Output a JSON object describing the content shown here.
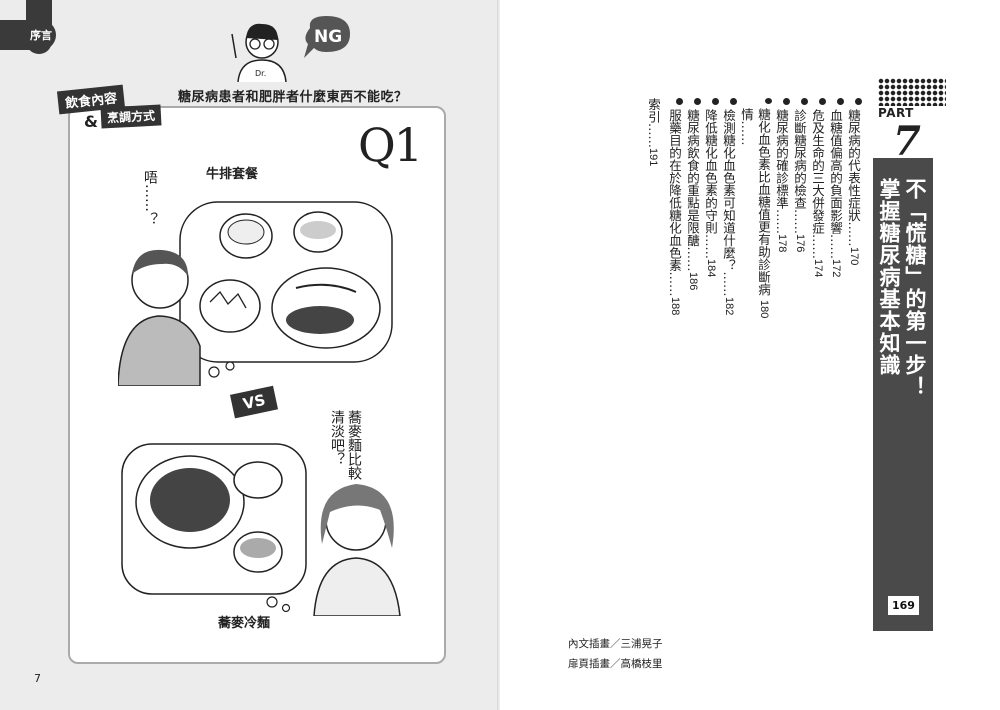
{
  "left_page": {
    "section_tab": "序言",
    "category_1": "飲食內容",
    "category_amp": "&",
    "category_2": "烹調方式",
    "ng_badge": "NG",
    "doctor_label": "Dr.",
    "question": "糖尿病患者和肥胖者什麼東西不能吃？",
    "panel_number": "Q1",
    "option_1_label": "牛排套餐",
    "option_1_thought": "唔……？",
    "vs": "VS",
    "option_2_thought": "蕎麥麵比較清淡吧？",
    "option_2_label": "蕎麥冷麵",
    "page_number": "7"
  },
  "right_page": {
    "part_label": "PART",
    "part_number": "7",
    "part_title_line1": "不「慌糖」的第一步！",
    "part_title_line2": "掌握糖尿病基本知識",
    "part_page": "169",
    "toc": [
      {
        "title": "糖尿病的代表性症狀……",
        "page": "170"
      },
      {
        "title": "血糖值偏高的負面影響……",
        "page": "172"
      },
      {
        "title": "危及生命的三大併發症……",
        "page": "174"
      },
      {
        "title": "診斷糖尿病的檢查……",
        "page": "176"
      },
      {
        "title": "糖尿病的確診標準……",
        "page": "178"
      },
      {
        "title": "糖化血色素比血糖值更有助診斷病情……",
        "page": "180"
      },
      {
        "title": "檢測糖化血色素可知道什麼？……",
        "page": "182"
      },
      {
        "title": "降低糖化血色素的守則……",
        "page": "184"
      },
      {
        "title": "糖尿病飲食的重點是限醣……",
        "page": "186"
      },
      {
        "title": "服藥目的在於降低糖化血色素……",
        "page": "188"
      }
    ],
    "index_title": "索引……",
    "index_page": "191",
    "credit_1": "內文插畫／三浦晃子",
    "credit_2": "扉頁插畫／高橋枝里"
  },
  "colors": {
    "dark": "#333333",
    "left_bg": "#ececec",
    "part_bar": "#4a4a4a"
  }
}
